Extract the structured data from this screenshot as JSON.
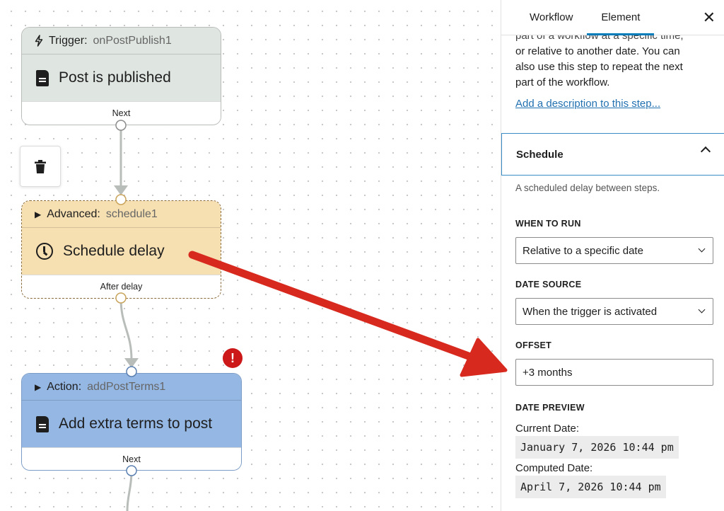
{
  "nodes": {
    "trigger": {
      "kind": "Trigger:",
      "ident": "onPostPublish1",
      "title": "Post is published",
      "footer": "Next"
    },
    "advanced": {
      "kind": "Advanced:",
      "ident": "schedule1",
      "title": "Schedule delay",
      "footer": "After delay"
    },
    "action": {
      "kind": "Action:",
      "ident": "addPostTerms1",
      "title": "Add extra terms to post",
      "footer": "Next"
    }
  },
  "error_badge": "!",
  "icons": {
    "trash": "trash-icon",
    "trigger": "lightning-icon",
    "document": "document-icon",
    "clock": "clock-icon",
    "expand": "triangle-right-icon",
    "close": "close-icon",
    "collapse": "chevron-up-icon",
    "dropdown": "chevron-down-icon"
  },
  "colors": {
    "trigger_bg": "#dfe5e1",
    "advanced_bg": "#f6dfb1",
    "action_bg": "#94b7e3",
    "accent": "#007cba",
    "arrow": "#d8291e",
    "error": "#cc1818"
  },
  "sidebar": {
    "tabs": [
      {
        "label": "Workflow"
      },
      {
        "label": "Element"
      }
    ],
    "close": "✕",
    "description_lines": [
      "part of a workflow at a specific time,",
      "or relative to another date. You can",
      "also use this step to repeat the next",
      "part of the workflow."
    ],
    "add_description_link": "Add a description to this step...",
    "panel": {
      "title": "Schedule",
      "help": "A scheduled delay between steps.",
      "when_to_run": {
        "label": "When to run",
        "value": "Relative to a specific date"
      },
      "date_source": {
        "label": "Date source",
        "value": "When the trigger is activated"
      },
      "offset": {
        "label": "Offset",
        "value": "+3 months"
      },
      "date_preview": {
        "label": "Date preview",
        "current_label": "Current Date:",
        "current_value": "January 7, 2026 10:44 pm",
        "computed_label": "Computed Date:",
        "computed_value": "April 7, 2026 10:44 pm"
      }
    }
  }
}
